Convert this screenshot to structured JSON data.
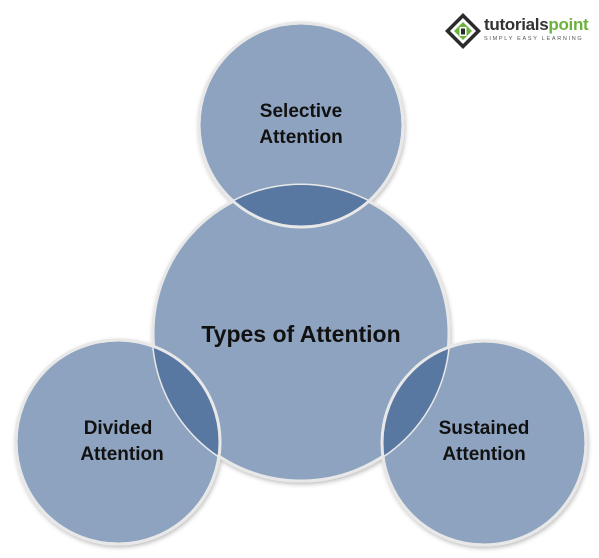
{
  "brand": {
    "name_part_1": "tutorials",
    "name_part_2": "point",
    "tagline": "SIMPLY EASY LEARNING",
    "colors": {
      "dark": "#333333",
      "green": "#6cb33e"
    }
  },
  "diagram": {
    "center": {
      "label": "Types of Attention"
    },
    "top": {
      "line1": "Selective",
      "line2": "Attention"
    },
    "left": {
      "line1": "Divided",
      "line2": "Attention"
    },
    "right": {
      "line1": "Sustained",
      "line2": "Attention"
    },
    "colors": {
      "circle_fill": "#8ea3bf",
      "overlap_fill": "#5877a1",
      "circle_stroke": "#e8e8e8",
      "text": "#111111"
    }
  }
}
